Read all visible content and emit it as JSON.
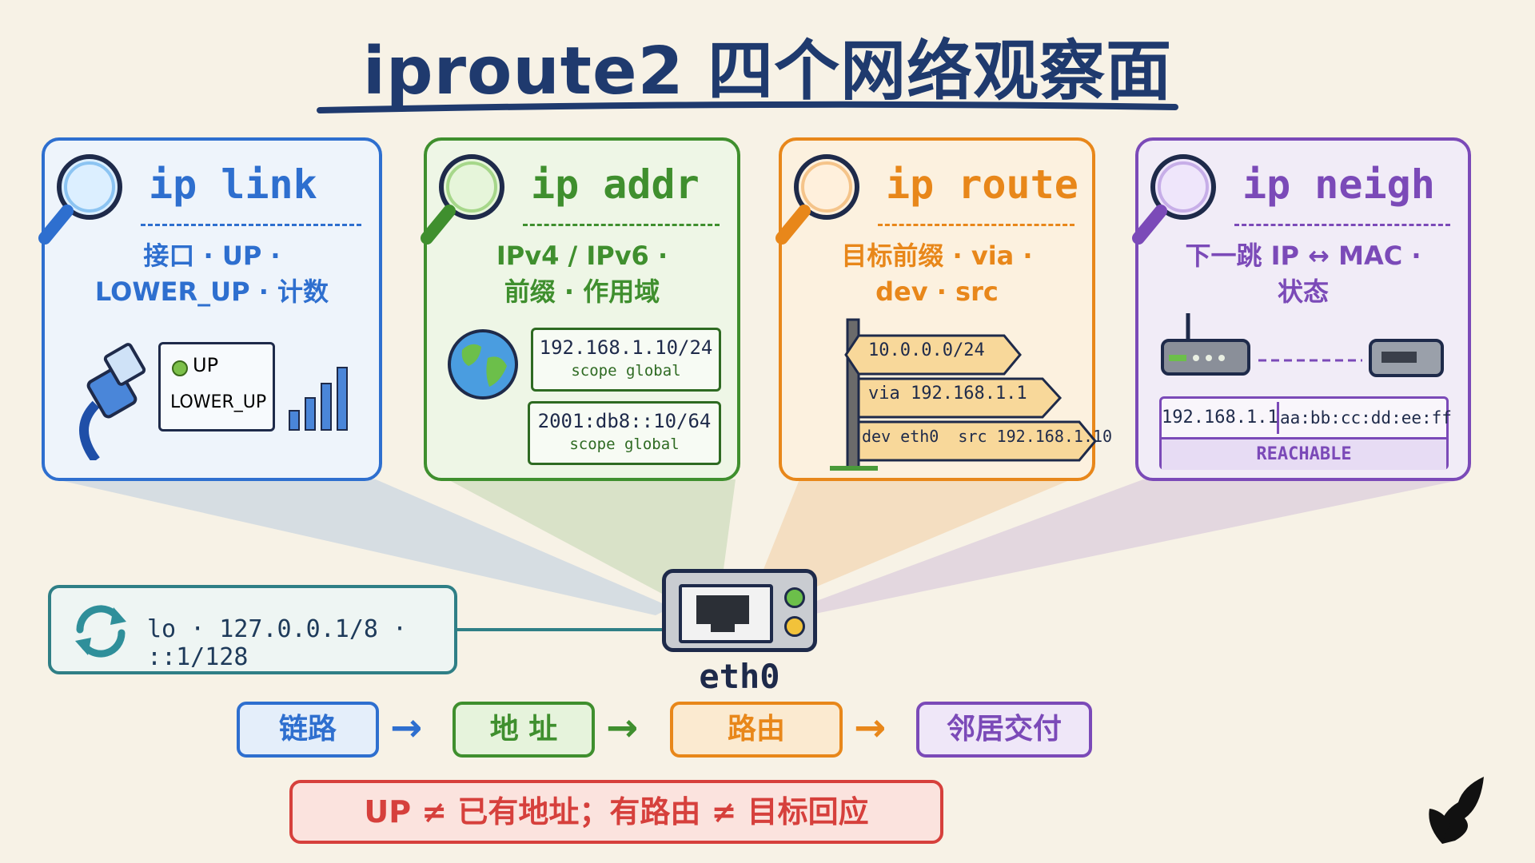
{
  "title": "iproute2 四个网络观察面",
  "colors": {
    "link": "#2e6fcf",
    "addr": "#3f8f2e",
    "route": "#e8871a",
    "neigh": "#7b4ab8",
    "teal": "#2f7f86",
    "red": "#d6403c"
  },
  "cards": {
    "link": {
      "title": "ip link",
      "sub1": "接口 · UP ·",
      "sub2": "LOWER_UP · 计数",
      "status1": "UP",
      "status2": "LOWER_UP"
    },
    "addr": {
      "title": "ip addr",
      "sub1": "IPv4 / IPv6 ·",
      "sub2": "前缀 · 作用域",
      "addr1": "192.168.1.10/24",
      "scope1": "scope global",
      "addr2": "2001:db8::10/64",
      "scope2": "scope global"
    },
    "route": {
      "title": "ip route",
      "sub1": "目标前缀 · via ·",
      "sub2": "dev · src",
      "sign1": "10.0.0.0/24",
      "sign2": "via 192.168.1.1",
      "sign3": "dev eth0  src 192.168.1.10"
    },
    "neigh": {
      "title": "ip neigh",
      "sub1": "下一跳 IP ↔ MAC ·",
      "sub2": "状态",
      "ip": "192.168.1.1",
      "mac": "aa:bb:cc:dd:ee:ff",
      "state": "REACHABLE"
    }
  },
  "loopback": "lo · 127.0.0.1/8 · ::1/128",
  "device": "eth0",
  "flow": [
    "链路",
    "地 址",
    "路由",
    "邻居交付"
  ],
  "note": "UP ≠ 已有地址；有路由 ≠ 目标回应"
}
